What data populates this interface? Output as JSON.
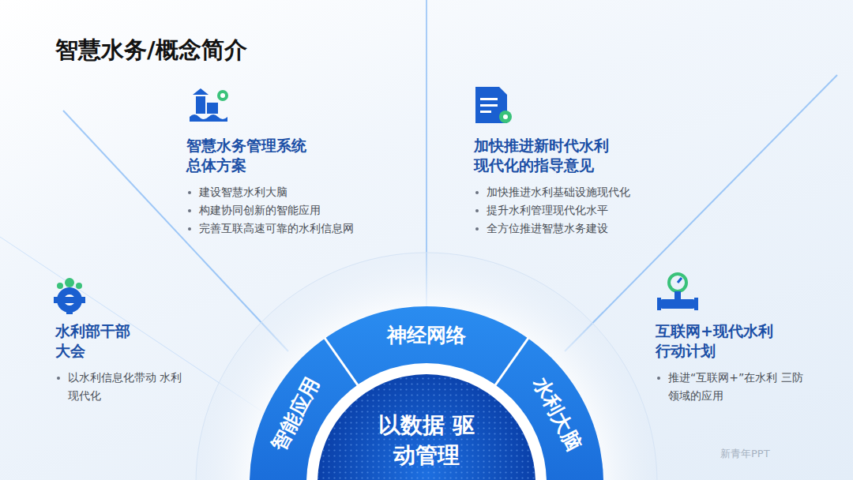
{
  "diagram": {
    "title": "智慧水务/概念简介",
    "nodes": [
      {
        "text": [
          "智慧水务管理系统 总体方案",
          "建设智慧水利大脑",
          "构建协同创新的智能应用",
          "完善互联高速可靠的水利信息网"
        ]
      },
      {
        "text": [
          "加快推进新时代水利 现代化的指导意见",
          "加快推进水利基础设施现代化",
          "提升水利管理现代化水平",
          "全方位推进智慧水务建设"
        ]
      },
      {
        "text": [
          "水利部干部 大会",
          "以水利信息化带动 水利现代化"
        ]
      },
      {
        "text": [
          "互联网+现代水利 行动计划",
          "推进“互联网+”在水利 三防领域的应用"
        ]
      },
      {
        "text": [
          "智能应用"
        ]
      },
      {
        "text": [
          "神经网络"
        ]
      },
      {
        "text": [
          "水利大脑"
        ]
      },
      {
        "text": [
          "以数据 驱动管理"
        ]
      }
    ],
    "edges": [],
    "labels": [
      "新青年PPT"
    ]
  }
}
